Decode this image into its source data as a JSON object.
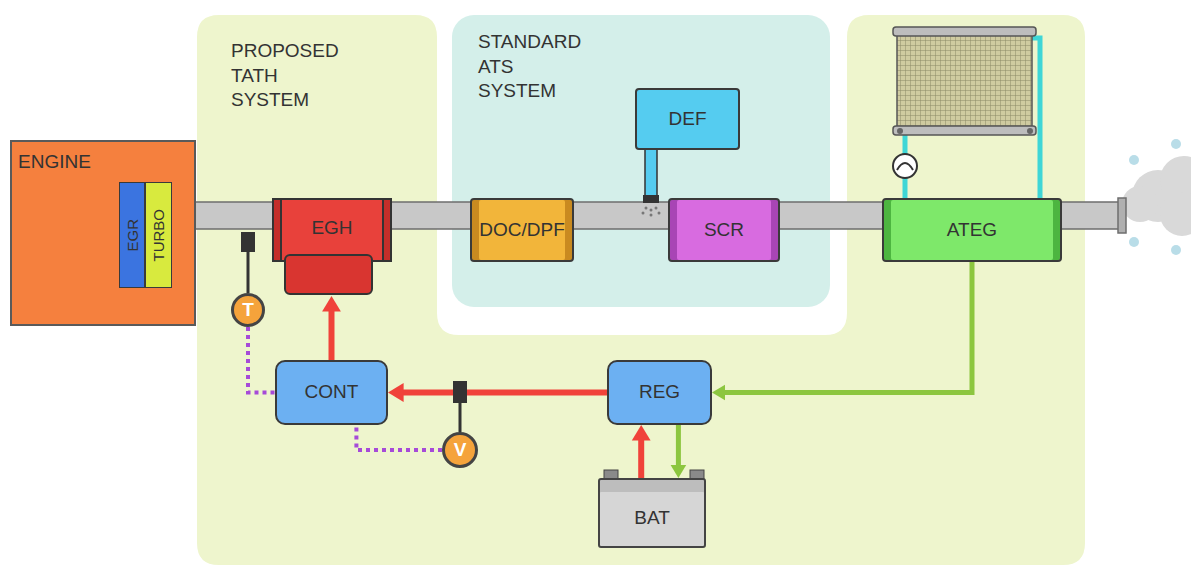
{
  "diagram": {
    "nodes": [
      {
        "text": [
          "ENGINE"
        ]
      },
      {
        "text": [
          "EGR"
        ],
        "in": 0
      },
      {
        "text": [
          "TURBO"
        ],
        "in": 0
      },
      {
        "text": [
          "PROPOSED TATH SYSTEM"
        ]
      },
      {
        "text": [
          "T"
        ],
        "in": 3
      },
      {
        "text": [
          "EGH"
        ],
        "in": 3
      },
      {
        "text": [
          "STANDARD ATS SYSTEM"
        ],
        "in": 3
      },
      {
        "text": [
          "DOC/DPF"
        ],
        "in": 6
      },
      {
        "text": [
          "DEF"
        ],
        "in": 6
      },
      {
        "text": [
          "SCR"
        ],
        "in": 6
      },
      {
        "text": [
          "ATEG"
        ],
        "in": 3
      },
      {
        "text": [
          "CONT"
        ],
        "in": 3
      },
      {
        "text": [
          "V"
        ],
        "in": 3
      },
      {
        "text": [
          "REG"
        ],
        "in": 3
      },
      {
        "text": [
          "BAT"
        ],
        "in": 3
      }
    ],
    "edges": [
      {
        "from": 4,
        "to": 11,
        "arrow": "none"
      },
      {
        "from": 11,
        "to": 5,
        "arrow": "to"
      },
      {
        "from": 13,
        "to": 11,
        "arrow": "to"
      },
      {
        "from": 12,
        "to": 11,
        "arrow": "none"
      },
      {
        "from": 10,
        "to": 13,
        "arrow": "to"
      },
      {
        "from": 13,
        "to": 14,
        "arrow": "to"
      },
      {
        "from": 14,
        "to": 13,
        "arrow": "to"
      }
    ]
  }
}
